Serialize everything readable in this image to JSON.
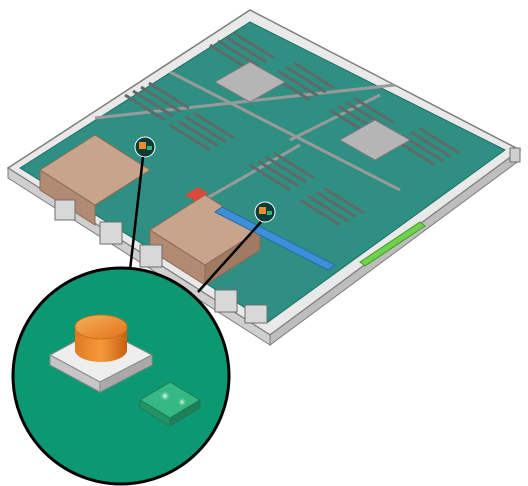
{
  "figure": {
    "subject": "server-chassis-internal-isometric",
    "callout_targets": [
      "fault-remind-button",
      "fault-remind-power-led"
    ],
    "colors": {
      "board": "#2f8f83",
      "board_dark": "#1f6f66",
      "chassis": "#dcdcdc",
      "chassis_edge": "#8a8a8a",
      "heatsink": "#c9a48c",
      "dimm": "#6b7a78",
      "highlight_bar": "#3c8fd8",
      "green_bar": "#6fd24a",
      "callout_fill": "#0d9874",
      "button_orange": "#f08a2a",
      "led_green": "#2fb57c"
    }
  }
}
